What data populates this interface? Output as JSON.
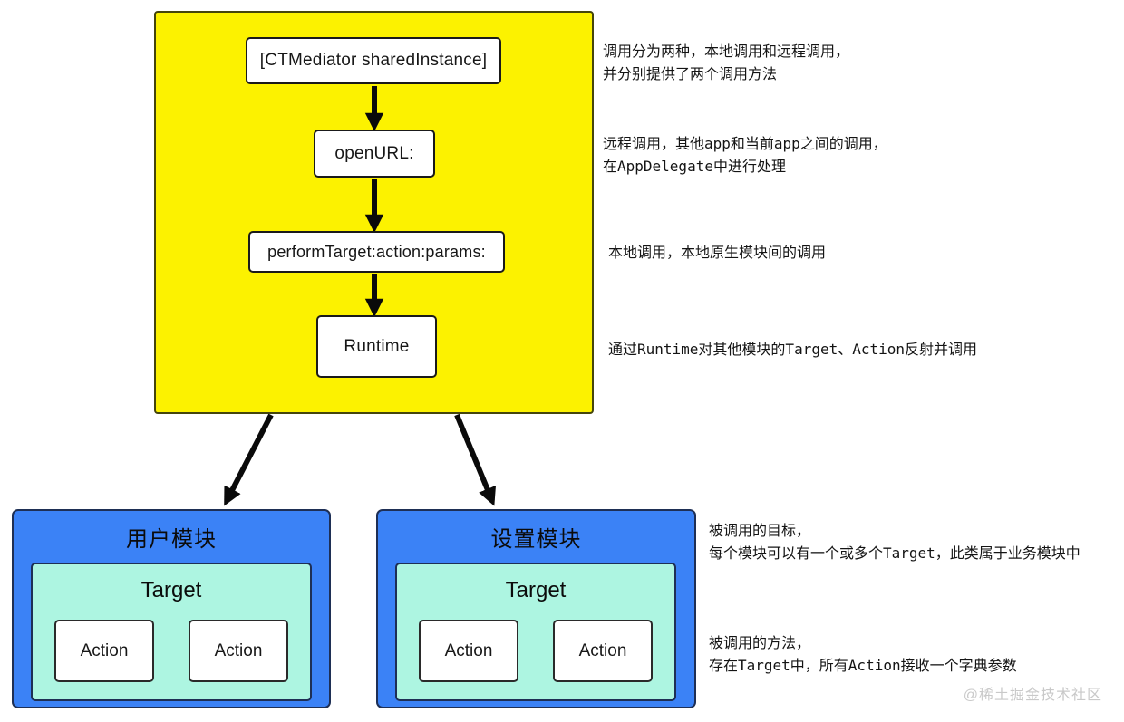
{
  "colors": {
    "flow_panel_yellow": "#FCF200",
    "module_blue": "#3B82F6",
    "target_mint": "#ADF5E1",
    "arrow_black": "#0A0A0A",
    "watermark_gray": "#C9C9C9"
  },
  "flow_panel": {
    "nodes": [
      {
        "label": "[CTMediator sharedInstance]"
      },
      {
        "label": "openURL:"
      },
      {
        "label": "performTarget:action:params:"
      },
      {
        "label": "Runtime"
      }
    ]
  },
  "modules": [
    {
      "title": "用户模块",
      "target": {
        "label": "Target",
        "actions": [
          {
            "label": "Action"
          },
          {
            "label": "Action"
          }
        ]
      }
    },
    {
      "title": "设置模块",
      "target": {
        "label": "Target",
        "actions": [
          {
            "label": "Action"
          },
          {
            "label": "Action"
          }
        ]
      }
    }
  ],
  "annotations": [
    {
      "lines": [
        "调用分为两种，本地调用和远程调用，",
        "并分别提供了两个调用方法"
      ]
    },
    {
      "lines": [
        "远程调用，其他app和当前app之间的调用，",
        "在AppDelegate中进行处理"
      ]
    },
    {
      "lines": [
        "本地调用，本地原生模块间的调用"
      ]
    },
    {
      "lines": [
        "通过Runtime对其他模块的Target、Action反射并调用"
      ]
    },
    {
      "lines": [
        "被调用的目标，",
        "每个模块可以有一个或多个Target，此类属于业务模块中"
      ]
    },
    {
      "lines": [
        "被调用的方法，",
        "存在Target中，所有Action接收一个字典参数"
      ]
    }
  ],
  "watermark": "@稀土掘金技术社区"
}
